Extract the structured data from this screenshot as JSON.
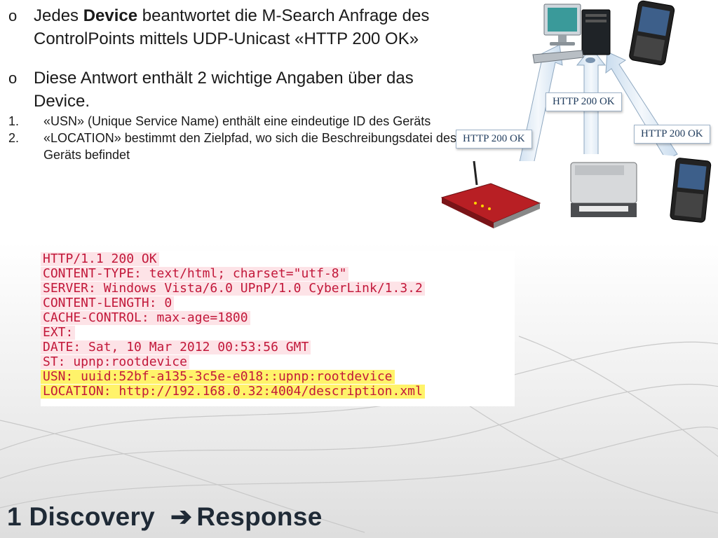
{
  "bullets": [
    {
      "marker": "o",
      "text_before": "Jedes ",
      "text_bold": "Device",
      "text_after": " beantwortet die M-Search Anfrage des ControlPoints mittels UDP-Unicast «HTTP 200 OK»"
    },
    {
      "marker": "o",
      "text": "Diese Antwort enthält 2 wichtige Angaben über das Device."
    }
  ],
  "numbered": [
    {
      "marker": "1.",
      "text": "«USN» (Unique Service Name) enthält eine eindeutige ID des Geräts"
    },
    {
      "marker": "2.",
      "text": "«LOCATION» bestimmt den Zielpfad, wo sich die Beschreibungsdatei des Geräts befindet"
    }
  ],
  "code_lines": [
    "HTTP/1.1 200 OK",
    "CONTENT-TYPE: text/html; charset=\"utf-8\"",
    "SERVER: Windows Vista/6.0 UPnP/1.0 CyberLink/1.3.2",
    "CONTENT-LENGTH: 0",
    "CACHE-CONTROL: max-age=1800",
    "EXT:",
    "DATE: Sat, 10 Mar 2012 00:53:56 GMT",
    "ST: upnp:rootdevice",
    "USN: uuid:52bf-a135-3c5e-e018::upnp:rootdevice",
    "LOCATION: http://192.168.0.32:4004/description.xml"
  ],
  "highlighted_lines": [
    "USN",
    "LOCATION"
  ],
  "diagram": {
    "labels": [
      "HTTP 200 OK",
      "HTTP 200 OK",
      "HTTP 200 OK"
    ],
    "devices": [
      "desktop-computer",
      "smartphone",
      "router",
      "printer",
      "smartphone"
    ]
  },
  "footer": {
    "title_left": "1 Discovery",
    "arrow": "➔",
    "title_right": "Response"
  },
  "colors": {
    "code_text": "#c2183a",
    "highlight_pink": "#fde3e7",
    "highlight_yellow": "#fff36a",
    "footer_text": "#1f2a36",
    "arrow_fill": "#dde9f4"
  }
}
